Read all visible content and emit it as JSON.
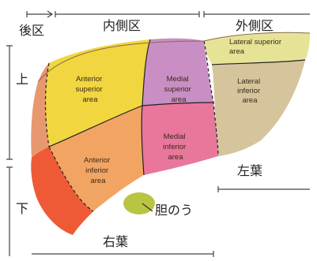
{
  "header": {
    "posterior_region": "後区",
    "medial_region": "内側区",
    "lateral_region": "外側区"
  },
  "side": {
    "upper": "上",
    "lower": "下"
  },
  "areas": {
    "anterior_superior": [
      "Anterior",
      "superior",
      "area"
    ],
    "anterior_inferior": [
      "Anterior",
      "inferior",
      "area"
    ],
    "medial_superior": [
      "Medial",
      "superior",
      "area"
    ],
    "medial_inferior": [
      "Medial",
      "inferior",
      "area"
    ],
    "lateral_superior": [
      "Lateral superior",
      "area"
    ],
    "lateral_inferior": [
      "Lateral",
      "inferior",
      "area"
    ]
  },
  "lobes": {
    "right": "右葉",
    "left": "左葉"
  },
  "gallbladder": "胆のう",
  "colors": {
    "anterior_superior": "#f1d640",
    "anterior_inferior": "#f2a562",
    "medial_superior": "#c98fc4",
    "medial_inferior": "#e8779b",
    "lateral_superior": "#e6e396",
    "lateral_inferior": "#d6c59c",
    "posterior_upper": "#e8986f",
    "posterior_lower": "#ee5a35",
    "gallbladder": "#b9c442"
  }
}
